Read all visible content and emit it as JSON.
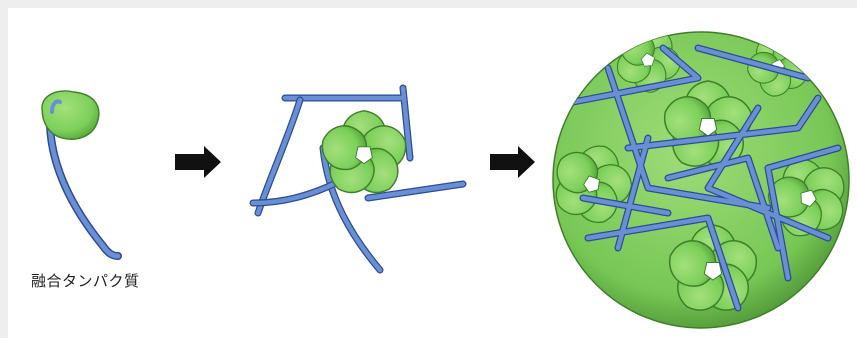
{
  "figure": {
    "caption": "融合タンパク質",
    "stages": [
      "monomer",
      "pentamer",
      "cage"
    ],
    "arrows": 2
  },
  "colors": {
    "background": "#eeeeee",
    "panel": "#ffffff",
    "domain_fill": "#7ccf5a",
    "domain_light": "#a4e07c",
    "domain_dark": "#4d9b33",
    "helix_fill": "#6a8fd3",
    "helix_stroke": "#2b4d96",
    "arrow": "#111111"
  }
}
